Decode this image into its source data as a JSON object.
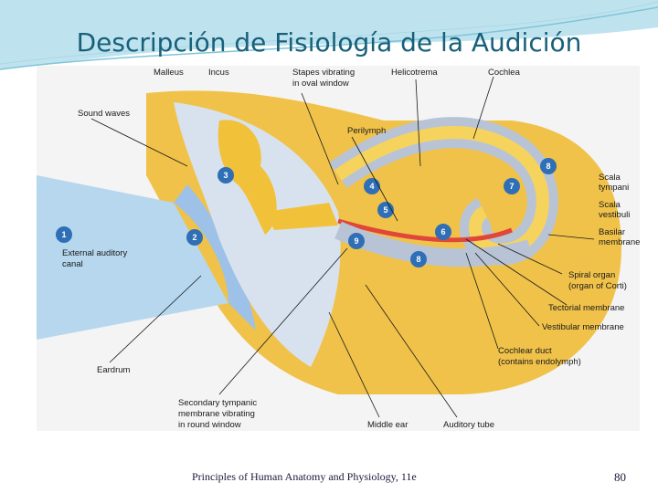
{
  "title": "Descripción de Fisiología de la Audición",
  "footer": "Principles of Human Anatomy and Physiology, 11e",
  "page_number": "80",
  "colors": {
    "title": "#17607a",
    "bone": "#f0c24a",
    "step_marker": "#2f6fb6",
    "scala_tympani": "#b8c4d6",
    "scala_vestibuli": "#f6d35c",
    "basilar": "#e0463a"
  },
  "labels": {
    "malleus": "Malleus",
    "incus": "Incus",
    "stapes": [
      "Stapes vibrating",
      "in oval window"
    ],
    "helicotrema": "Helicotrema",
    "cochlea": "Cochlea",
    "sound_waves": "Sound waves",
    "perilymph": "Perilymph",
    "scala_tympani": [
      "Scala",
      "tympani"
    ],
    "scala_vestibuli": [
      "Scala",
      "vestibuli"
    ],
    "basilar_membrane": [
      "Basilar",
      "membrane"
    ],
    "external_canal": [
      "External auditory",
      "canal"
    ],
    "spiral_organ": [
      "Spiral organ",
      "(organ of Corti)"
    ],
    "tectorial_membrane": "Tectorial membrane",
    "vestibular_membrane": "Vestibular membrane",
    "cochlear_duct": [
      "Cochlear duct",
      "(contains endolymph)"
    ],
    "eardrum": "Eardrum",
    "secondary_membrane": [
      "Secondary tympanic",
      "membrane vibrating",
      "in round window"
    ],
    "middle_ear": "Middle ear",
    "auditory_tube": "Auditory tube"
  },
  "steps": [
    "1",
    "2",
    "3",
    "4",
    "5",
    "6",
    "7",
    "8",
    "8",
    "9"
  ]
}
